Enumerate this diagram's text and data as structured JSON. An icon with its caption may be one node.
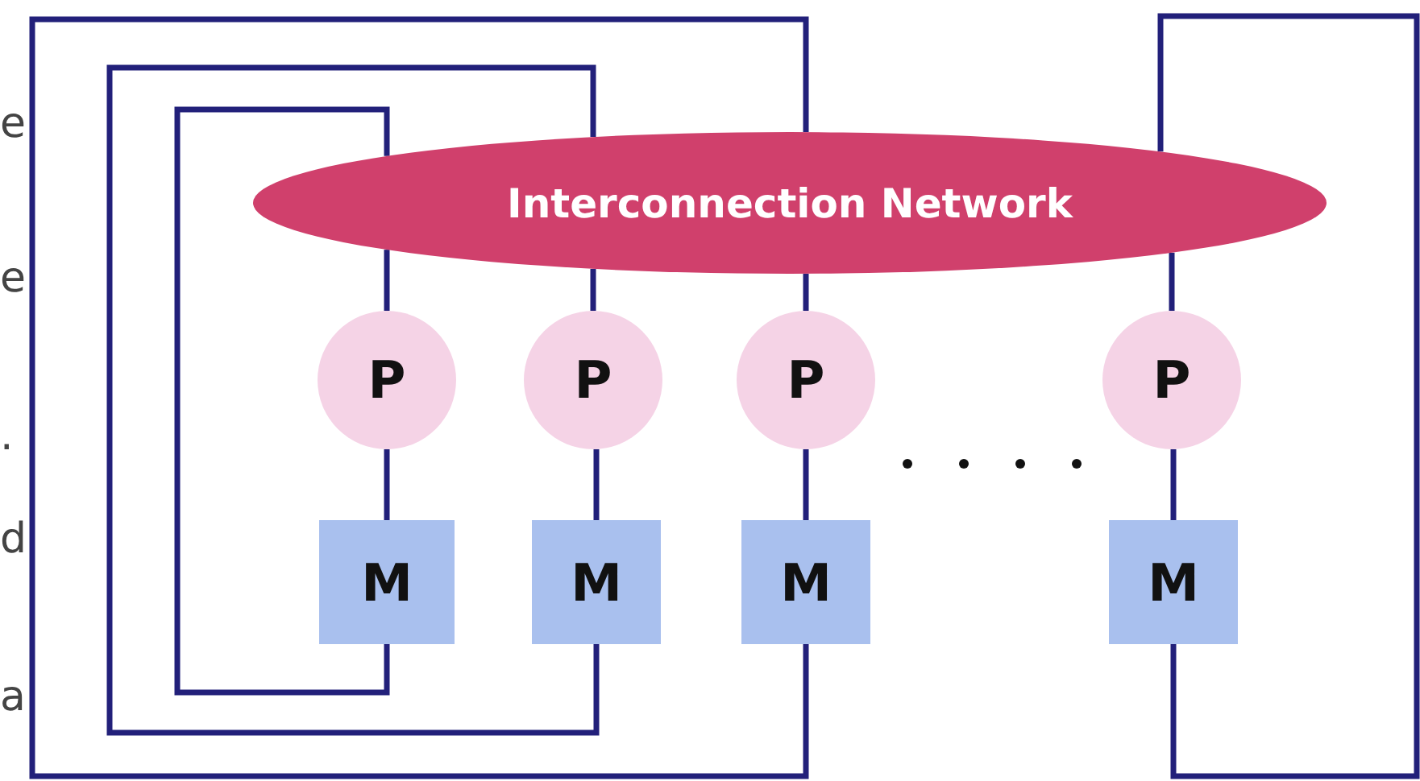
{
  "diagram": {
    "nodes": [
      {
        "text": [
          "Interconnection Network"
        ]
      },
      {
        "text": [
          "P"
        ]
      },
      {
        "text": [
          "P"
        ]
      },
      {
        "text": [
          "P"
        ]
      },
      {
        "text": [
          "P"
        ]
      },
      {
        "text": [
          "M"
        ]
      },
      {
        "text": [
          "M"
        ]
      },
      {
        "text": [
          "M"
        ]
      },
      {
        "text": [
          "M"
        ]
      }
    ],
    "edges": [
      {
        "from": 0,
        "to": 1,
        "arrow": "none"
      },
      {
        "from": 0,
        "to": 2,
        "arrow": "none"
      },
      {
        "from": 0,
        "to": 3,
        "arrow": "none"
      },
      {
        "from": 0,
        "to": 4,
        "arrow": "none"
      },
      {
        "from": 1,
        "to": 5,
        "arrow": "none"
      },
      {
        "from": 2,
        "to": 6,
        "arrow": "none"
      },
      {
        "from": 3,
        "to": 7,
        "arrow": "none"
      },
      {
        "from": 4,
        "to": 8,
        "arrow": "none"
      },
      {
        "from": 5,
        "to": 0,
        "arrow": "none"
      },
      {
        "from": 6,
        "to": 0,
        "arrow": "none"
      },
      {
        "from": 7,
        "to": 0,
        "arrow": "none"
      },
      {
        "from": 8,
        "to": 0,
        "arrow": "none"
      }
    ],
    "labels": [
      "e",
      "e",
      ".",
      "d",
      "a"
    ]
  }
}
